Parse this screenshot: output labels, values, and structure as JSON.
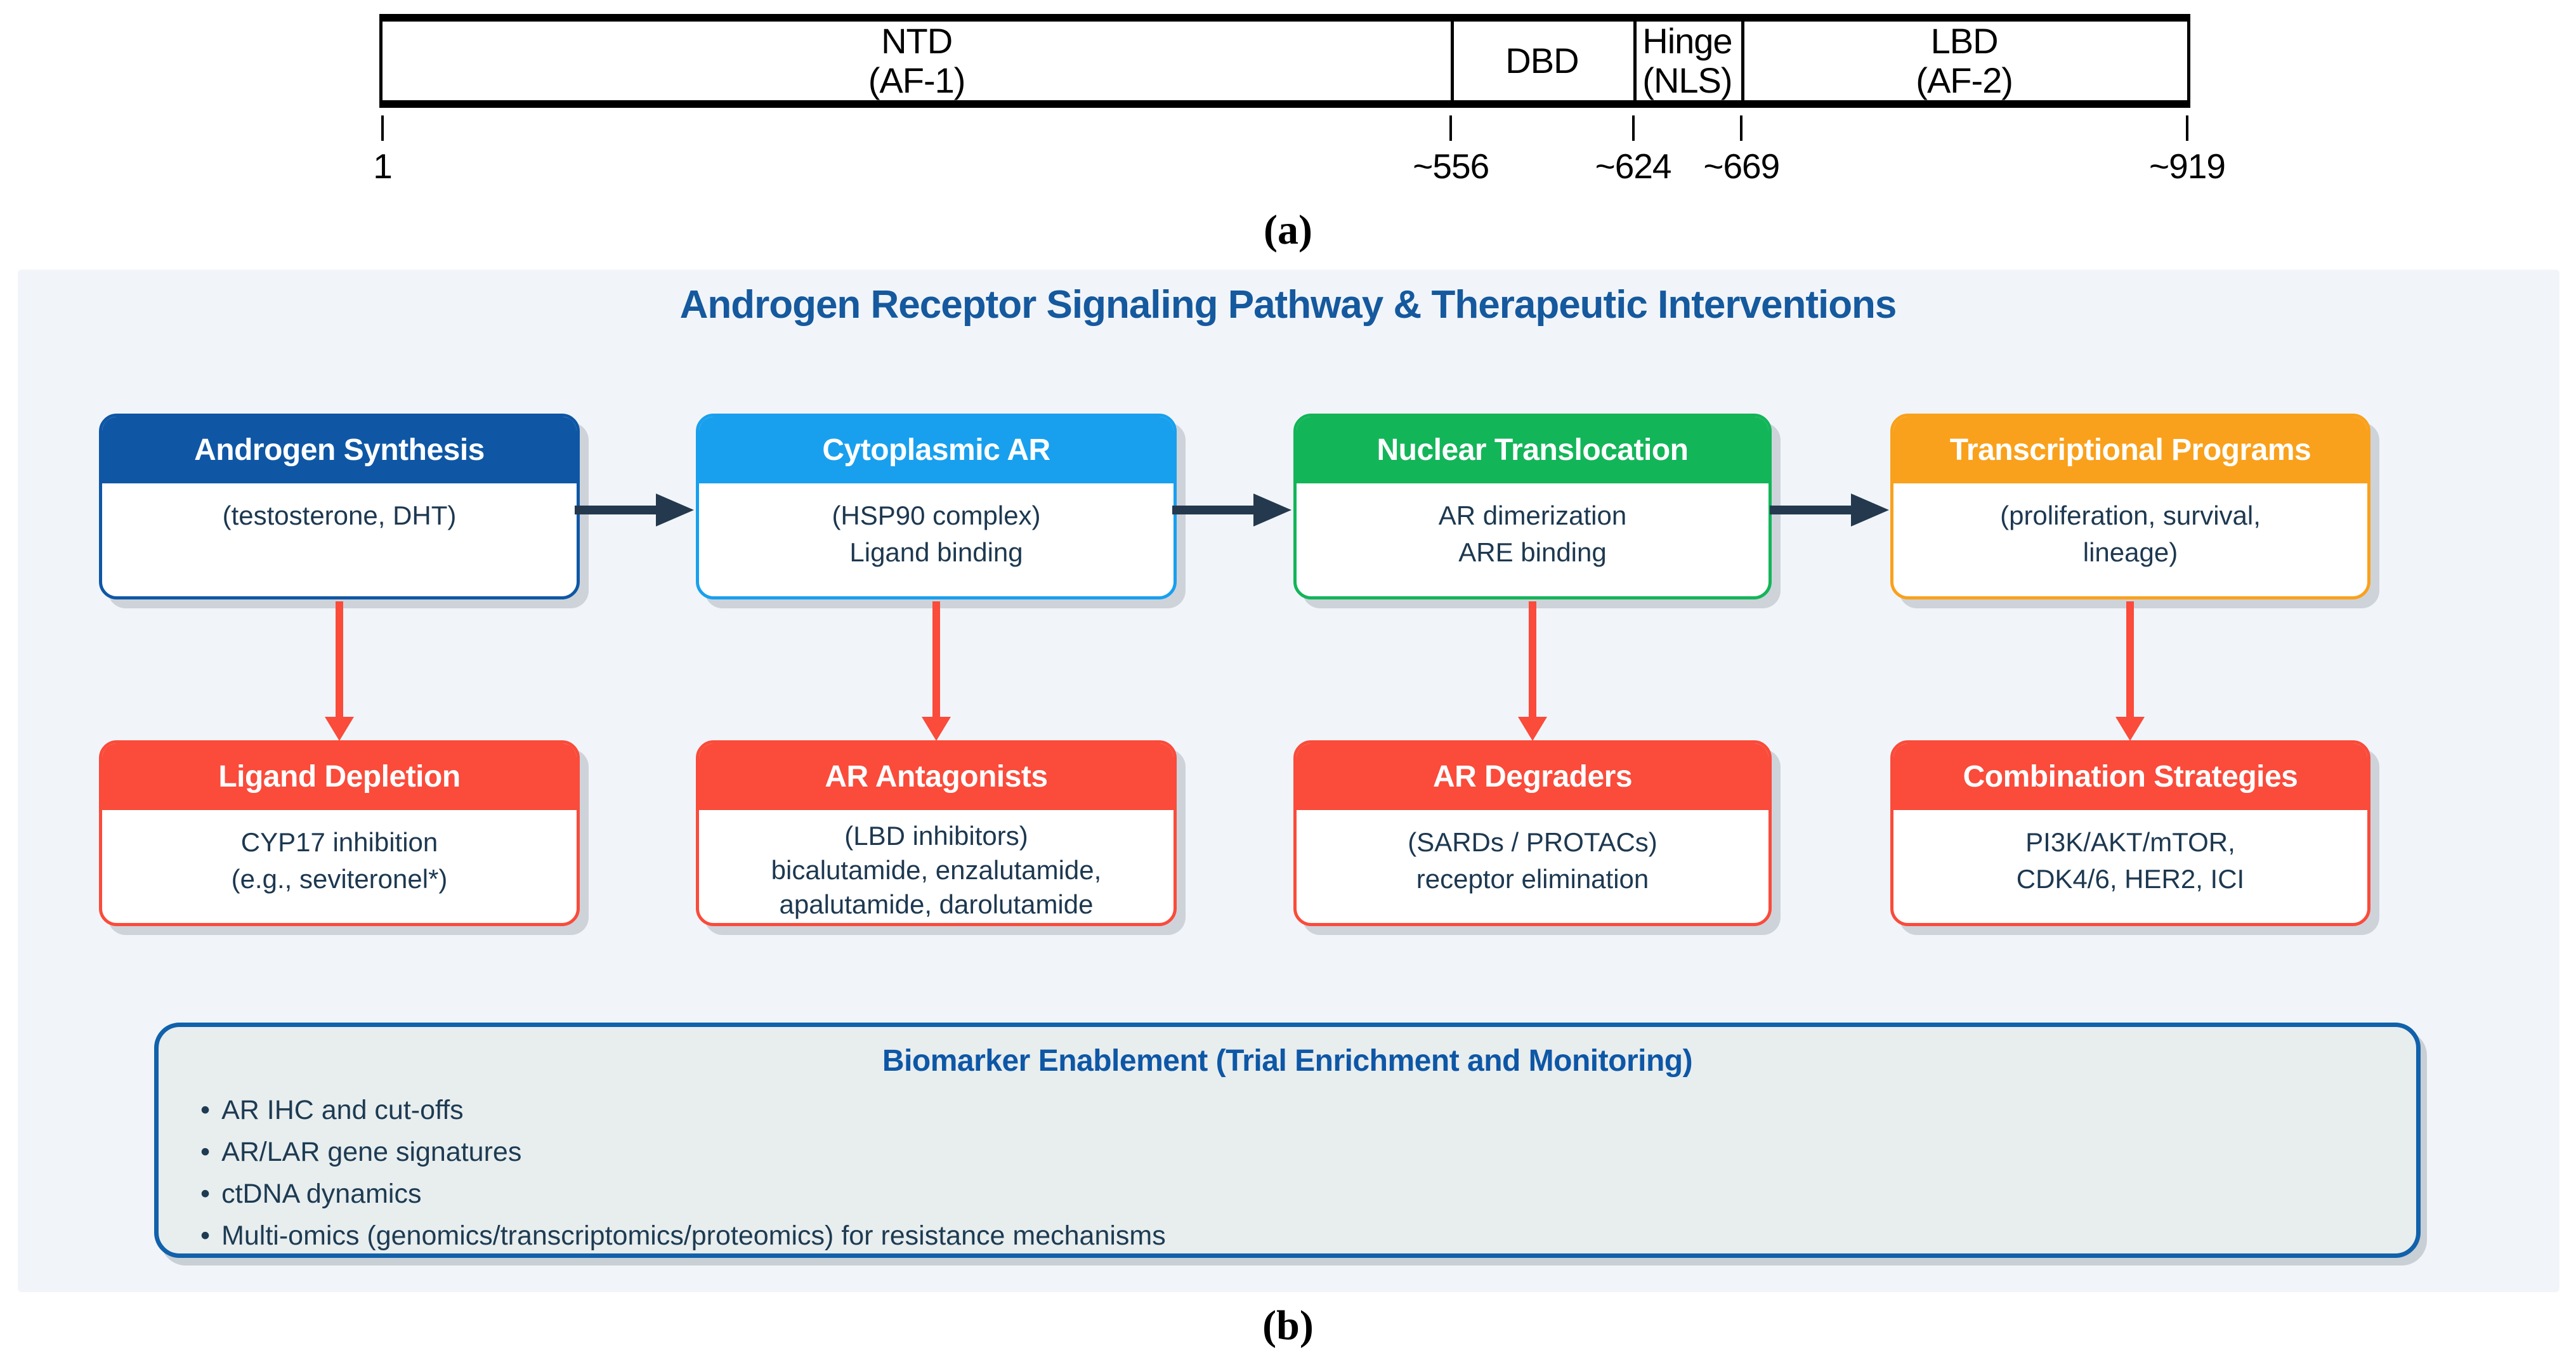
{
  "part_a": {
    "caption": "(a)",
    "domains": [
      {
        "line1": "NTD",
        "line2": "(AF-1)"
      },
      {
        "line1": "DBD",
        "line2": ""
      },
      {
        "line1": "Hinge",
        "line2": "(NLS)"
      },
      {
        "line1": "LBD",
        "line2": "(AF-2)"
      }
    ],
    "ticks": [
      "1",
      "~556",
      "~624",
      "~669",
      "~919"
    ]
  },
  "part_b": {
    "caption": "(b)",
    "title": "Androgen Receptor Signaling Pathway & Therapeutic Interventions",
    "flow_boxes": [
      {
        "header": "Androgen Synthesis",
        "lines": [
          "(testosterone, DHT)"
        ]
      },
      {
        "header": "Cytoplasmic AR",
        "lines": [
          "(HSP90 complex)",
          "Ligand binding"
        ]
      },
      {
        "header": "Nuclear Translocation",
        "lines": [
          "AR dimerization",
          "ARE binding"
        ]
      },
      {
        "header": "Transcriptional Programs",
        "lines": [
          "(proliferation, survival,",
          "lineage)"
        ]
      }
    ],
    "therapy_boxes": [
      {
        "header": "Ligand Depletion",
        "lines": [
          "CYP17 inhibition",
          "(e.g., seviteronel*)"
        ]
      },
      {
        "header": "AR Antagonists",
        "lines": [
          "(LBD inhibitors)",
          "bicalutamide, enzalutamide,",
          "apalutamide, darolutamide"
        ]
      },
      {
        "header": "AR Degraders",
        "lines": [
          "(SARDs / PROTACs)",
          "receptor elimination"
        ]
      },
      {
        "header": "Combination Strategies",
        "lines": [
          "PI3K/AKT/mTOR,",
          "CDK4/6, HER2, ICI"
        ]
      }
    ],
    "biomarker": {
      "title": "Biomarker Enablement (Trial Enrichment and Monitoring)",
      "marker": "•",
      "bullets": [
        "AR IHC and cut-offs",
        "AR/LAR gene signatures",
        "ctDNA dynamics",
        "Multi-omics (genomics/transcriptomics/proteomics) for resistance mechanisms"
      ]
    }
  },
  "colors": {
    "flow_headers": [
      "#0f57a5",
      "#18a0ee",
      "#13b559",
      "#f9a11c"
    ],
    "therapy_header": "#fa4b3b",
    "flow_arrow": "#24394e",
    "therapy_arrow": "#fa4b3b",
    "title_blue": "#15599e",
    "panel_bg": "#f1f5f9",
    "biomarker_bg": "#e8edee",
    "biomarker_border": "#1161ab",
    "body_text": "#1d3850"
  }
}
